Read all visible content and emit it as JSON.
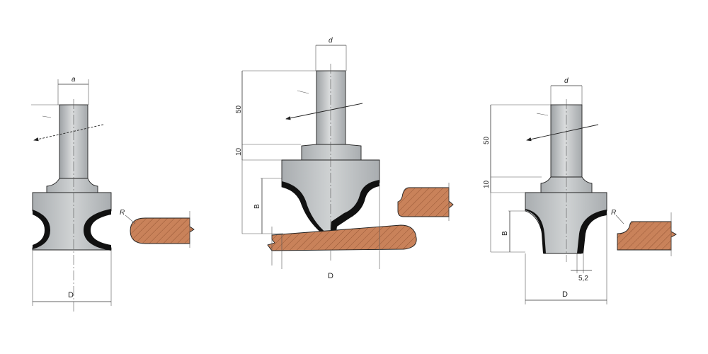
{
  "colors": {
    "cutter_body": "#b9bcbe",
    "cutter_shade": "#d8dadb",
    "blade": "#111111",
    "wood": "#c9825a",
    "wood_hatch": "#8a4d2c",
    "line": "#333333"
  },
  "figures": [
    {
      "id": "cove-bit",
      "labels": {
        "shank_dim": "a",
        "diameter": "D",
        "radius": "R"
      }
    },
    {
      "id": "ogee-bit",
      "labels": {
        "shank_dim": "d",
        "length": "50",
        "collar": "10",
        "height": "B",
        "diameter": "D"
      }
    },
    {
      "id": "round-over-bit",
      "labels": {
        "shank_dim": "d",
        "length": "50",
        "collar": "10",
        "height": "B",
        "diameter": "D",
        "offset": "5,2",
        "radius": "R"
      }
    }
  ]
}
